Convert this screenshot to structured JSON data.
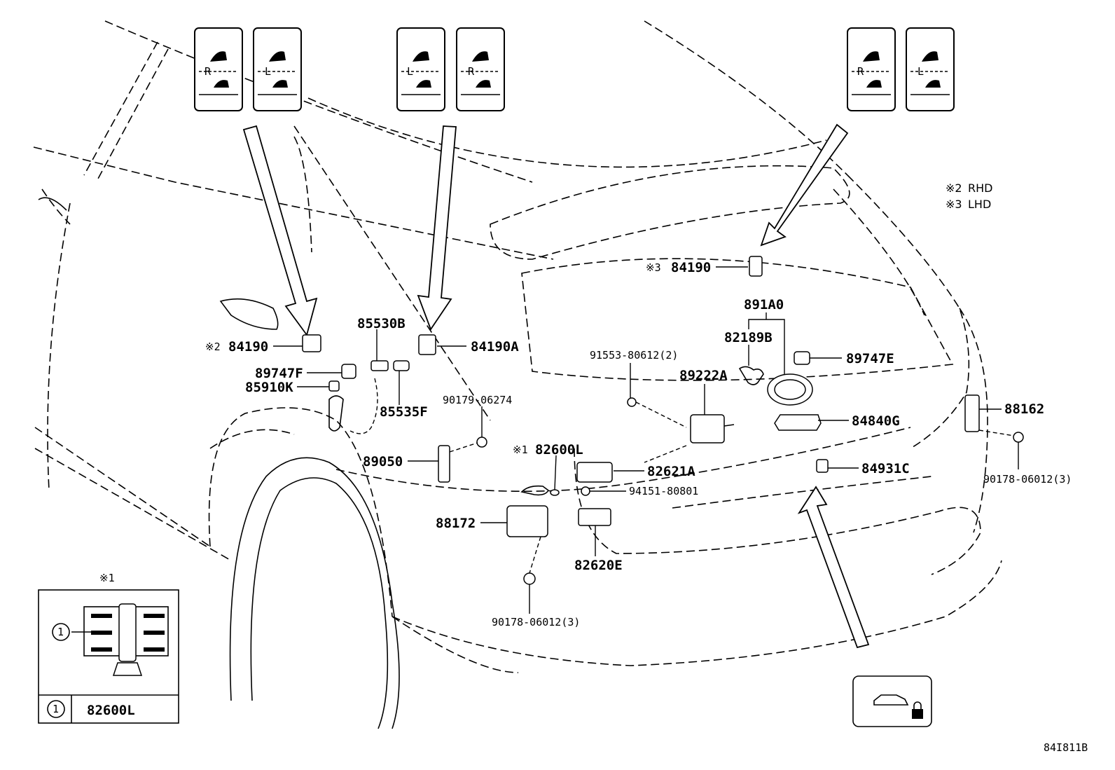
{
  "notes": {
    "rhd_mark": "※2",
    "rhd_text": "RHD",
    "lhd_mark": "※3",
    "lhd_text": "LHD"
  },
  "switch_labels": {
    "g1_left": "R",
    "g1_right": "L",
    "g2_left": "L",
    "g2_right": "R",
    "g3_left": "R",
    "g3_right": "L"
  },
  "parts": {
    "p84190_rhd_mark": "※2",
    "p84190_rhd": "84190",
    "p84190_lhd_mark": "※3",
    "p84190_lhd": "84190",
    "p84190A": "84190A",
    "p85530B": "85530B",
    "p89747F": "89747F",
    "p85910K": "85910K",
    "p85535F": "85535F",
    "p90179": "90179-06274",
    "p89050": "89050",
    "p82600L_mark": "※1",
    "p82600L": "82600L",
    "p88172": "88172",
    "p90178_a": "90178-06012(3)",
    "p82621A": "82621A",
    "p94151": "94151-80801",
    "p82620E": "82620E",
    "p91553": "91553-80612(2)",
    "p89222A": "89222A",
    "p891A0": "891A0",
    "p82189B": "82189B",
    "p89747E": "89747E",
    "p84840G": "84840G",
    "p84931C": "84931C",
    "p88162": "88162",
    "p90178_b": "90178-06012(3)"
  },
  "inset": {
    "mark": "※1",
    "callout": "1",
    "part": "82600L"
  },
  "diagram_id": "84I811B"
}
